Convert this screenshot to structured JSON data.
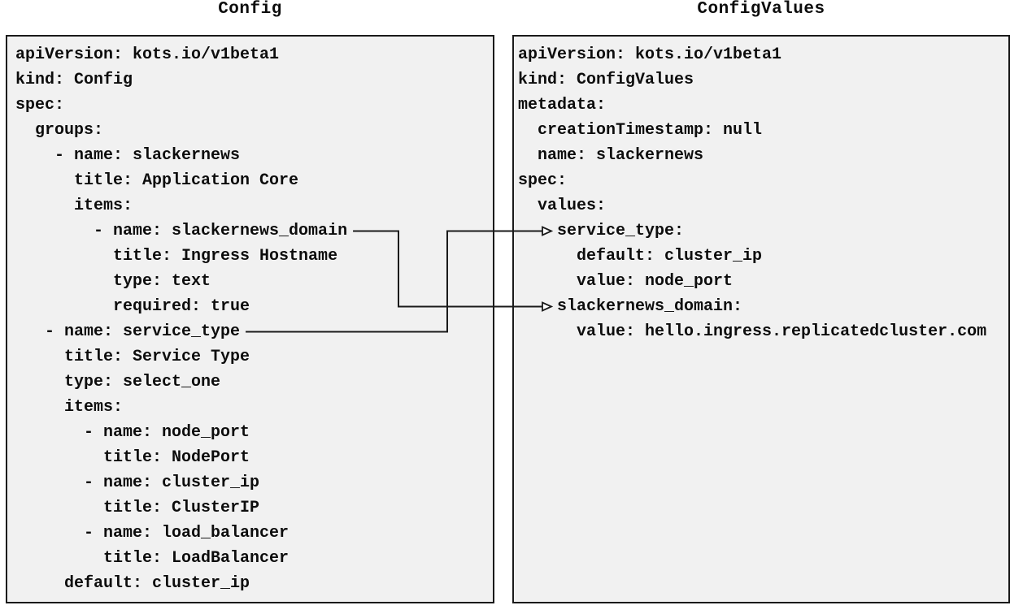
{
  "diagram": {
    "panels": [
      {
        "id": "config",
        "title": "Config",
        "lines": [
          "apiVersion: kots.io/v1beta1",
          "kind: Config",
          "spec:",
          "  groups:",
          "    - name: slackernews",
          "      title: Application Core",
          "      items:",
          "        - name: slackernews_domain",
          "          title: Ingress Hostname",
          "          type: text",
          "          required: true",
          "   - name: service_type",
          "     title: Service Type",
          "     type: select_one",
          "     items:",
          "       - name: node_port",
          "         title: NodePort",
          "       - name: cluster_ip",
          "         title: ClusterIP",
          "       - name: load_balancer",
          "         title: LoadBalancer",
          "     default: cluster_ip"
        ]
      },
      {
        "id": "configvalues",
        "title": "ConfigValues",
        "lines": [
          "apiVersion: kots.io/v1beta1",
          "kind: ConfigValues",
          "metadata:",
          "  creationTimestamp: null",
          "  name: slackernews",
          "spec:",
          "  values:",
          "    service_type:",
          "      default: cluster_ip",
          "      value: node_port",
          "    slackernews_domain:",
          "      value: hello.ingress.replicatedcluster.com"
        ]
      }
    ],
    "connections": [
      {
        "label": "slackernews_domain",
        "from_panel": "config",
        "from_line": 7,
        "to_panel": "configvalues",
        "to_line": 10,
        "arrow_icon": "arrowhead-right-icon"
      },
      {
        "label": "service_type",
        "from_panel": "config",
        "from_line": 11,
        "to_panel": "configvalues",
        "to_line": 7,
        "arrow_icon": "arrowhead-right-icon"
      }
    ],
    "colors": {
      "panel_bg": "#f1f1f1",
      "panel_border": "#1a1a1a",
      "text": "#0d0d0d",
      "connector": "#1a1a1a",
      "page_bg": "#ffffff"
    }
  }
}
